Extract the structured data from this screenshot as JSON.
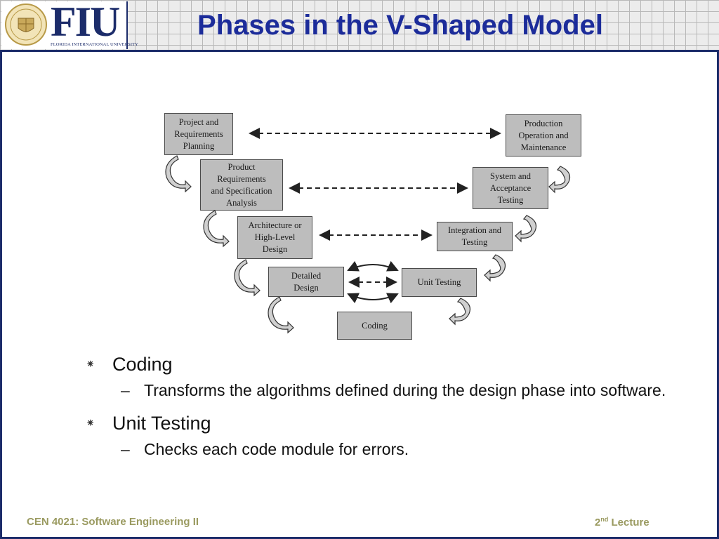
{
  "header": {
    "logo_text": "FIU",
    "logo_subtext": "FLORIDA INTERNATIONAL UNIVERSITY",
    "title": "Phases in the V-Shaped Model"
  },
  "diagram": {
    "left_phases": [
      "Project and\nRequirements\nPlanning",
      "Product\nRequirements\nand Specification\nAnalysis",
      "Architecture or\nHigh-Level\nDesign",
      "Detailed\nDesign"
    ],
    "right_phases": [
      "Production\nOperation and\nMaintenance",
      "System and\nAcceptance\nTesting",
      "Integration and\nTesting",
      "Unit Testing"
    ],
    "bottom_phase": "Coding"
  },
  "bullets": [
    {
      "marker": "⁕",
      "text": "Coding",
      "sub": "Transforms the algorithms defined during the design phase into software."
    },
    {
      "marker": "⁕",
      "text": "Unit Testing",
      "sub": "Checks each code module for errors."
    }
  ],
  "footer": {
    "course": "CEN 4021: Software Engineering II",
    "lecture_number": "2",
    "lecture_suffix": "nd",
    "lecture_word": " Lecture"
  },
  "colors": {
    "title": "#1c2c9a",
    "frame": "#1c2c6a",
    "footer": "#9a9a60",
    "node_fill": "#bdbdbd"
  }
}
